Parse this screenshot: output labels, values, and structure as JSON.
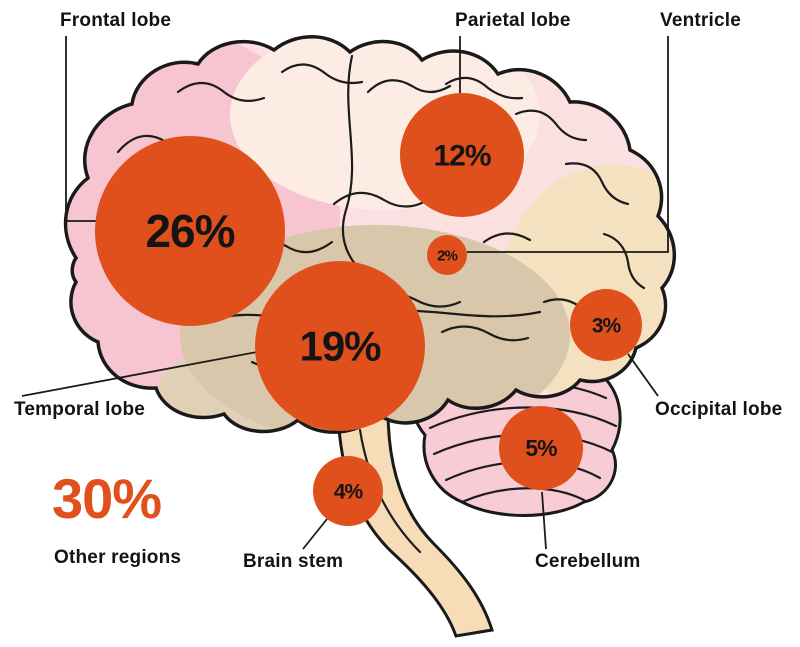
{
  "diagram": {
    "accent_color": "#e0501c",
    "outline_color": "#1a1a1a",
    "regions": [
      {
        "id": "frontal-lobe",
        "label": "Frontal lobe",
        "percent": "26%",
        "value": 26
      },
      {
        "id": "parietal-lobe",
        "label": "Parietal lobe",
        "percent": "12%",
        "value": 12
      },
      {
        "id": "ventricle",
        "label": "Ventricle",
        "percent": "2%",
        "value": 2
      },
      {
        "id": "temporal-lobe",
        "label": "Temporal lobe",
        "percent": "19%",
        "value": 19
      },
      {
        "id": "occipital-lobe",
        "label": "Occipital lobe",
        "percent": "3%",
        "value": 3
      },
      {
        "id": "cerebellum",
        "label": "Cerebellum",
        "percent": "5%",
        "value": 5
      },
      {
        "id": "brain-stem",
        "label": "Brain stem",
        "percent": "4%",
        "value": 4
      },
      {
        "id": "other-regions",
        "label": "Other regions",
        "percent": "30%",
        "value": 30
      }
    ]
  },
  "chart_data": {
    "type": "bubble",
    "categories": [
      "Frontal lobe",
      "Parietal lobe",
      "Ventricle",
      "Temporal lobe",
      "Occipital lobe",
      "Cerebellum",
      "Brain stem",
      "Other regions"
    ],
    "values": [
      26,
      12,
      2,
      19,
      3,
      5,
      4,
      30
    ],
    "unit": "%"
  }
}
